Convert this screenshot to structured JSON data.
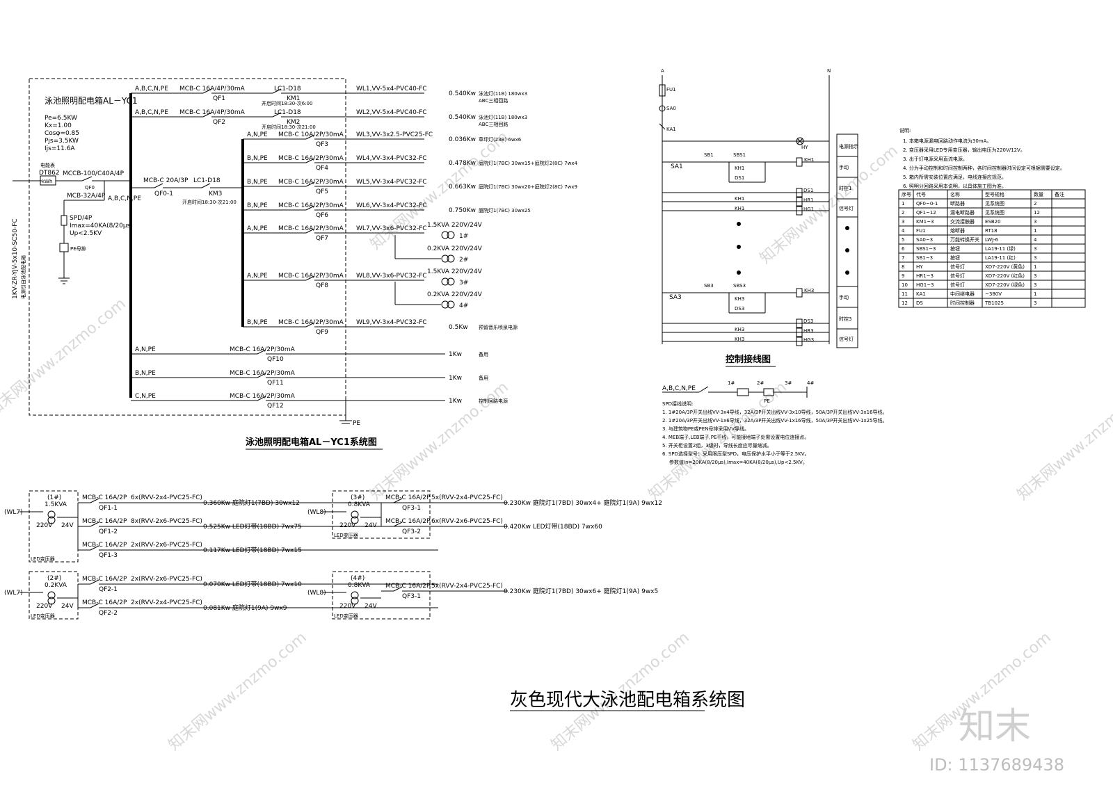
{
  "main_panel": {
    "name": "泳池照明配电箱AL－YC1",
    "params": [
      "Pe=6.5KW",
      "Kx=1.00",
      "Cosφ=0.85",
      "Pjs=3.5KW",
      "Ijs=11.6A"
    ],
    "meter": "DT862",
    "meter_unit": "kWh",
    "meter_label": "电能表",
    "incoming_cable": "1KV-ZR-YJV-5x10-SC50-FC",
    "incoming_note": "电源引自泳池配电箱",
    "main_breaker": "MCCB-100/C40A/4P",
    "main_breaker_id": "QF0",
    "spd_breaker": "MCB-32A/4P",
    "spd_label": "SPD/4P",
    "spd_imax": "Imax=40KA(8/20μs)",
    "spd_up": "Up<2.5KV",
    "pe_label": "PE母排",
    "abc_label": "A,B,C,N,PE",
    "sub_breaker": "MCB-C 20A/3P",
    "sub_breaker_id": "QF0-1",
    "sub_contactor": "LC1-D18",
    "sub_contactor_id": "KM3",
    "sub_time": "开启时间18:30-次21:00",
    "pe_bottom": "PE",
    "caption": "泳池照明配电箱AL－YC1系统图"
  },
  "circuits": [
    {
      "phase": "A,B,C,N,PE",
      "breaker": "MCB-C 16A/4P/30mA",
      "id": "QF1",
      "contactor": "LC1-D18",
      "km": "KM1",
      "time": "开启时间18:30-次6:00",
      "line": "WL1,VV-5x4-PVC40-FC",
      "power": "0.540Kw",
      "desc": "泳池灯(11B) 180wx3",
      "desc2": "ABC三相回路"
    },
    {
      "phase": "A,B,C,N,PE",
      "breaker": "MCB-C 16A/4P/30mA",
      "id": "QF2",
      "contactor": "LC1-D18",
      "km": "KM2",
      "time": "开启时间18:30-次21:00",
      "line": "WL2,VV-5x4-PVC40-FC",
      "power": "0.540Kw",
      "desc": "泳池灯(11B) 180wx3",
      "desc2": "ABC三相回路"
    },
    {
      "phase": "A,N,PE",
      "breaker": "MCB-C 10A/2P/30mA",
      "id": "QF3",
      "line": "WL3,VV-3x2.5-PVC25-FC",
      "power": "0.036Kw",
      "desc": "草坪灯(23B) 6wx6"
    },
    {
      "phase": "B,N,PE",
      "breaker": "MCB-C 16A/2P/30mA",
      "id": "QF4",
      "line": "WL4,VV-3x4-PVC32-FC",
      "power": "0.478Kw",
      "desc": "庭院灯1(7BC) 30wx15+庭院灯2(8C) 7wx4"
    },
    {
      "phase": "B,N,PE",
      "breaker": "MCB-C 16A/2P/30mA",
      "id": "QF5",
      "line": "WL5,VV-3x4-PVC32-FC",
      "power": "0.663Kw",
      "desc": "庭院灯1(7BC) 30wx20+庭院灯2(8C) 7wx9"
    },
    {
      "phase": "B,N,PE",
      "breaker": "MCB-C 16A/2P/30mA",
      "id": "QF6",
      "line": "WL6,VV-3x4-PVC32-FC",
      "power": "0.750Kw",
      "desc": "庭院灯1(7BC) 30wx25"
    },
    {
      "phase": "A,N,PE",
      "breaker": "MCB-C 16A/2P/30mA",
      "id": "QF7",
      "line": "WL7,VV-3x6-PVC32-FC",
      "power": "",
      "desc": ""
    },
    {
      "phase": "A,N,PE",
      "breaker": "MCB-C 16A/2P/30mA",
      "id": "QF8",
      "line": "WL8,VV-3x6-PVC32-FC",
      "power": "",
      "desc": ""
    },
    {
      "phase": "B,N,PE",
      "breaker": "MCB-C 16A/2P/30mA",
      "id": "QF9",
      "line": "WL9,VV-3x4-PVC32-FC",
      "power": "0.5Kw",
      "desc": "预留音乐喷泉电源"
    },
    {
      "phase": "A,N,PE",
      "breaker": "MCB-C 16A/2P/30mA",
      "id": "QF10",
      "line": "",
      "power": "1Kw",
      "desc": "备用"
    },
    {
      "phase": "B,N,PE",
      "breaker": "MCB-C 16A/2P/30mA",
      "id": "QF11",
      "line": "",
      "power": "1Kw",
      "desc": "备用"
    },
    {
      "phase": "C,N,PE",
      "breaker": "MCB-C 16A/2P/30mA",
      "id": "QF12",
      "line": "",
      "power": "1Kw",
      "desc": "控制回路电源"
    }
  ],
  "transformers": [
    {
      "kva": "1.5KVA 220V/24V",
      "tag": "1#"
    },
    {
      "kva": "0.2KVA 220V/24V",
      "tag": "2#"
    },
    {
      "kva": "1.5KVA 220V/24V",
      "tag": "3#"
    },
    {
      "kva": "0.2KVA 220V/24V",
      "tag": "4#"
    }
  ],
  "led_boxes": [
    {
      "src": "(WL7)",
      "tag": "(1#)",
      "kva": "1.5KVA",
      "v1": "220V",
      "v2": "24V",
      "label": "LED变压器",
      "rows": [
        {
          "breaker": "MCB-C 16A/2P",
          "id": "QF1-1",
          "cable": "6x(RVV-2x4-PVC25-FC)",
          "load": "0.360Kw 庭院灯1(7BD) 30wx12"
        },
        {
          "breaker": "MCB-C 16A/2P",
          "id": "QF1-2",
          "cable": "8x(RVV-2x6-PVC25-FC)",
          "load": "0.525Kw LED灯带(18BD) 7wx75"
        },
        {
          "breaker": "MCB-C 16A/2P",
          "id": "QF1-3",
          "cable": "2x(RVV-2x6-PVC25-FC)",
          "load": "0.117Kw LED灯带(18BD) 7wx15"
        }
      ]
    },
    {
      "src": "(WL7)",
      "tag": "(2#)",
      "kva": "0.2KVA",
      "v1": "220V",
      "v2": "24V",
      "label": "LED变压器",
      "rows": [
        {
          "breaker": "MCB-C 16A/2P",
          "id": "QF2-1",
          "cable": "2x(RVV-2x6-PVC25-FC)",
          "load": "0.070Kw LED灯带(18BD) 7wx10"
        },
        {
          "breaker": "MCB-C 16A/2P",
          "id": "QF2-2",
          "cable": "2x(RVV-2x4-PVC25-FC)",
          "load": "0.081Kw 庭院灯1(9A) 9wx9"
        }
      ]
    },
    {
      "src": "(WL8)",
      "tag": "(3#)",
      "kva": "0.8KVA",
      "v1": "220V",
      "v2": "24V",
      "label": "LED变压器",
      "rows": [
        {
          "breaker": "MCB-C 16A/2P",
          "id": "QF3-1",
          "cable": "5x(RVV-2x4-PVC25-FC)",
          "load": "0.230Kw 庭院灯1(7BD) 30wx4+ 庭院灯1(9A) 9wx12"
        },
        {
          "breaker": "MCB-C 16A/2P",
          "id": "QF3-2",
          "cable": "6x(RVV-2x6-PVC25-FC)",
          "load": "0.420Kw LED灯带(18BD) 7wx60"
        }
      ]
    },
    {
      "src": "(WL8)",
      "tag": "(4#)",
      "kva": "0.8KVA",
      "v1": "220V",
      "v2": "24V",
      "label": "LED变压器",
      "rows": [
        {
          "breaker": "MCB-C 16A/2P",
          "id": "QF3-1",
          "cable": "5x(RVV-2x4-PVC25-FC)",
          "load": "0.230Kw 庭院灯1(7BD) 30wx6+ 庭院灯1(9A) 9wx5"
        }
      ]
    }
  ],
  "control": {
    "caption": "控制接线图",
    "phase_a": "A",
    "phase_n": "N",
    "fu": "FU1",
    "sa0": "SA0",
    "ka": "KA1",
    "hy": "HY",
    "sa1": "SA1",
    "sa3": "SA3",
    "sb1": "SB1",
    "sbs1": "SBS1",
    "km1": "KH1",
    "ds1": "DS1",
    "hr1": "HR1",
    "hg1": "HG1",
    "sb3": "SB3",
    "sbs3": "SBS3",
    "km3": "KH3",
    "ds3": "DS3",
    "hr3": "HR3",
    "hg3": "HG3",
    "right_col": [
      "电源指示",
      "手动",
      "时控1",
      "信号灯"
    ],
    "right_col3": [
      "手动",
      "时控3",
      "信号灯"
    ]
  },
  "notes": {
    "title": "说明:",
    "items": [
      "1. 本箱电源漏电回路动作电流为30mA。",
      "2. 变压器采用LED专用变压器，输出电压为220V/12V。",
      "3. 出于灯电源采用直流电源。",
      "4. 分为手动控制和时间控制两种，各时间控制器时间设定可根据需要设定。",
      "5. 箱内所需安装位置应满足，电线连接应规范。",
      "6. 照明分回路采用本说明，以具体施工图为准。"
    ]
  },
  "table": {
    "headers": [
      "序号",
      "代号",
      "名称",
      "型号规格",
      "数量",
      "备注"
    ],
    "rows": [
      [
        "1",
        "QF0~0-1",
        "断路器",
        "见系统图",
        "2",
        ""
      ],
      [
        "2",
        "QF1~12",
        "漏电断路器",
        "见系统图",
        "12",
        ""
      ],
      [
        "3",
        "KM1~3",
        "交流接触器",
        "ESB20",
        "3",
        ""
      ],
      [
        "4",
        "FU1",
        "熔断器",
        "RT18",
        "1",
        ""
      ],
      [
        "5",
        "SA0~3",
        "万能转换开关",
        "LWJ-6",
        "4",
        ""
      ],
      [
        "6",
        "SBS1~3",
        "按钮",
        "LA19-11 (绿)",
        "3",
        ""
      ],
      [
        "7",
        "SB1~3",
        "按钮",
        "LA19-11 (红)",
        "3",
        ""
      ],
      [
        "8",
        "HY",
        "信号灯",
        "XD7-220V (黄色)",
        "1",
        ""
      ],
      [
        "9",
        "HR1~3",
        "信号灯",
        "XD7-220V (红色)",
        "3",
        ""
      ],
      [
        "10",
        "HG1~3",
        "信号灯",
        "XD7-220V (绿色)",
        "3",
        ""
      ],
      [
        "11",
        "KA1",
        "中间继电器",
        "~380V",
        "1",
        ""
      ],
      [
        "12",
        "DS",
        "时间控制器",
        "TB1025",
        "3",
        ""
      ]
    ]
  },
  "spd": {
    "phase": "A,B,C,N,PE",
    "marks": [
      "1#",
      "2#",
      "3#",
      "4#"
    ],
    "pe": "PE",
    "title": "SPD接线说明:",
    "items": [
      "1. 1#20A/3P开关出线VV-3x4导线，32A/3P开关出线VV-3x10导线，50A/3P开关出线VV-3x16导线。",
      "2. 1#20A/3P开关出线VV-1x6导线，32A/3P开关出线VV-1x16导线，50A/3P开关出线VV-1x25导线。",
      "3. 与建筑物PE或PEN母排采用VV导线。",
      "4. MEB端子,LEB端子,PE干线，可能接地端子处需设置电位连接点。",
      "5. 开关柜设置2组，3级时，导线长度应尽量缩减。",
      "6. SPD选择型号：采用限压型SPD，电压保护水平小于等于2.5KV。",
      "参数值In=20KA(8/20μs),Imax=40KA(8/20μs),Up<2.5KV。"
    ]
  },
  "page_title": "灰色现代大泳池配电箱系统图",
  "watermark": "知末网www.znzmo.com",
  "brand": "知末",
  "brand_id": "ID: 1137689438"
}
